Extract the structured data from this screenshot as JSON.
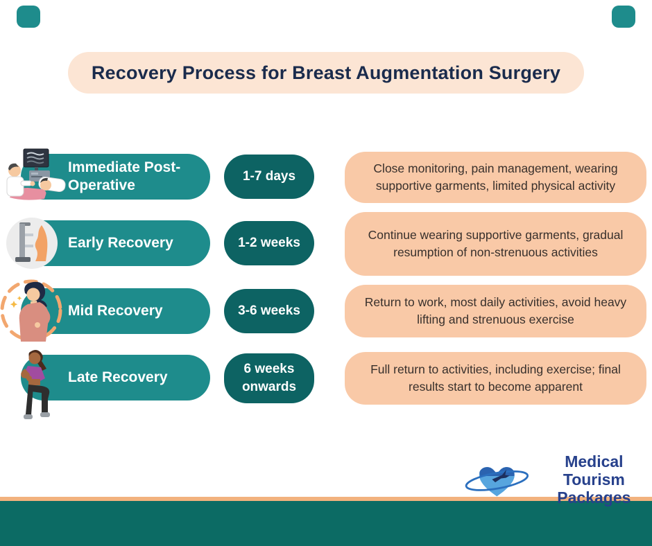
{
  "title": {
    "text": "Recovery Process for Breast Augmentation Surgery"
  },
  "rows": [
    {
      "stage": "Immediate Post-Operative",
      "duration": "1-7 days",
      "description": "Close monitoring, pain management, wearing supportive garments, limited physical activity",
      "icon": "ultrasound-exam-icon"
    },
    {
      "stage": "Early Recovery",
      "duration": "1-2 weeks",
      "description": "Continue wearing supportive garments, gradual resumption of non-strenuous activities",
      "icon": "mammogram-machine-icon"
    },
    {
      "stage": "Mid Recovery",
      "duration": "3-6 weeks",
      "description": "Return to work, most daily activities, avoid heavy lifting and strenuous exercise",
      "icon": "recovering-woman-icon"
    },
    {
      "stage": "Late Recovery",
      "duration": "6 weeks onwards",
      "description": "Full return to activities, including exercise; final results start to become apparent",
      "icon": "exercising-woman-icon"
    }
  ],
  "logo": {
    "line1": "Medical Tourism",
    "line2": "Packages"
  },
  "colors": {
    "accent_teal": "#1E8C8C",
    "accent_teal_dark": "#0D6363",
    "peach_box": "#F9C9A7",
    "title_box": "#FCE5D4",
    "title_text": "#1A2B4C",
    "body_text": "#38302C",
    "footer_teal": "#0C6B64",
    "footer_stripe": "#F2B27E",
    "logo_blue": "#27418C"
  }
}
